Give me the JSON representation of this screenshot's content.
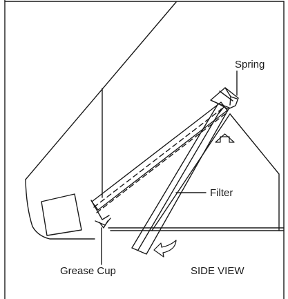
{
  "labels": {
    "spring": "Spring",
    "filter": "Filter",
    "grease_cup": "Grease Cup",
    "side_view": "SIDE VIEW"
  },
  "colors": {
    "stroke": "#1a1a1a",
    "background": "#ffffff"
  }
}
